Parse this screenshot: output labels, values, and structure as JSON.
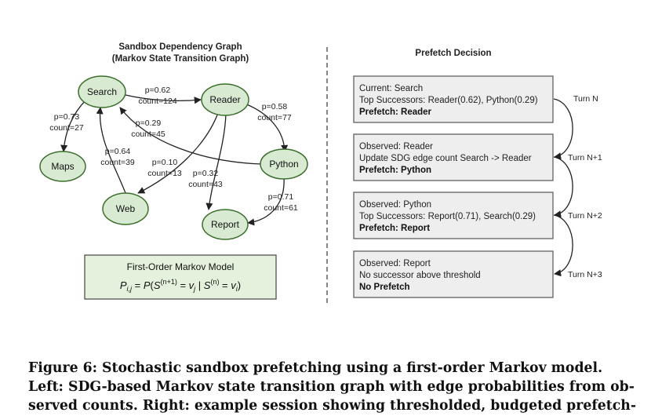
{
  "left_panel": {
    "title_line1": "Sandbox Dependency Graph",
    "title_line2": "(Markov State Transition Graph)",
    "nodes": {
      "search": "Search",
      "reader": "Reader",
      "maps": "Maps",
      "python": "Python",
      "web": "Web",
      "report": "Report"
    },
    "edges": {
      "search_reader": {
        "p": "p=0.62",
        "count": "count=124"
      },
      "reader_python": {
        "p": "p=0.58",
        "count": "count=77"
      },
      "search_maps": {
        "p": "p=0.73",
        "count": "count=27"
      },
      "python_search": {
        "p": "p=0.29",
        "count": "count=45"
      },
      "web_search": {
        "p": "p=0.64",
        "count": "count=39"
      },
      "reader_web": {
        "p": "p=0.10",
        "count": "count=13"
      },
      "reader_report": {
        "p": "p=0.32",
        "count": "count=43"
      },
      "python_report": {
        "p": "p=0.71",
        "count": "count=61"
      }
    },
    "model_box": {
      "title": "First-Order Markov Model",
      "formula": "P_{i,j} = P(S^{(n+1)} = v_j | S^{(n)} = v_i)"
    }
  },
  "right_panel": {
    "title": "Prefetch Decision",
    "steps": [
      {
        "line1": "Current: Search",
        "line2": "Top Successors: Reader(0.62), Python(0.29)",
        "line3": "Prefetch: Reader"
      },
      {
        "line1": "Observed: Reader",
        "line2": "Update SDG edge count Search -> Reader",
        "line3": "Prefetch: Python"
      },
      {
        "line1": "Observed: Python",
        "line2": "Top Successors: Report(0.71), Search(0.29)",
        "line3": "Prefetch: Report"
      },
      {
        "line1": "Observed: Report",
        "line2": "No successor above threshold",
        "line3": "No Prefetch"
      }
    ],
    "turns": [
      "Turn N",
      "Turn N+1",
      "Turn N+2",
      "Turn N+3"
    ]
  },
  "caption": {
    "line1": "Figure 6: Stochastic sandbox prefetching using a first-order Markov model.",
    "line2": "Left: SDG-based Markov state transition graph with edge probabilities from ob-",
    "line3": "served counts. Right: example session showing thresholded, budgeted prefetch-"
  },
  "colors": {
    "node_fill": "#d9ead3",
    "node_stroke": "#3c6e2e",
    "step_fill": "#eeeeee",
    "step_stroke": "#555555",
    "model_fill": "#e4f1dc"
  }
}
